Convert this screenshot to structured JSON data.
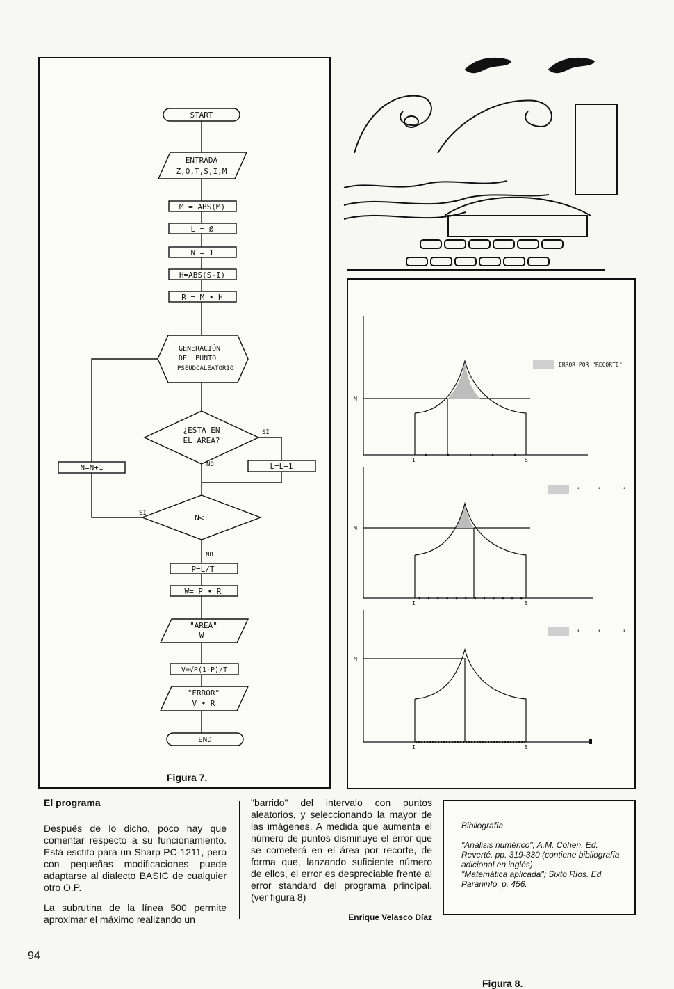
{
  "flowchart": {
    "start": "START",
    "input_title": "ENTRADA",
    "input_vars": "Z,O,T,S,I,M",
    "step_abs_m": "M = ABS(M)",
    "step_l": "L = Ø",
    "step_n": "N = 1",
    "step_h": "H=ABS(S-I)",
    "step_r": "R = M • H",
    "gen_line1": "GENERACIÓN",
    "gen_line2": "DEL PUNTO",
    "gen_line3": "PSEUDOALEATORIO",
    "decision_area_line1": "¿ESTA EN",
    "decision_area_line2": "EL AREA?",
    "yes_label_1": "SÍ",
    "no_label_1": "NO",
    "step_l_inc": "L=L+1",
    "step_n_inc": "N=N+1",
    "decision_n": "N<T",
    "yes_label_2": "SI",
    "no_label_2": "NO",
    "step_p": "P=L/T",
    "step_w": "W= P • R",
    "output_area_label": "\"AREA\"",
    "output_area_var": "W",
    "step_v": "V=√P(1-P)/T",
    "output_error_label": "\"ERROR\"",
    "output_error_var": "V • R",
    "end": "END",
    "caption": "Figura 7."
  },
  "figure8": {
    "caption": "Figura 8.",
    "legend_label": "ERROR POR \"RECORTE\"",
    "ditto_marks": [
      "\"",
      "\"",
      "\""
    ],
    "y_axis_label": "M",
    "x_label_left": "I",
    "x_label_right": "S",
    "panels": [
      {
        "points_on_interval": 5,
        "peak_error_shaded": "large"
      },
      {
        "points_on_interval": 12,
        "peak_error_shaded": "medium"
      },
      {
        "points_on_interval": 40,
        "peak_error_shaded": "small"
      }
    ]
  },
  "article": {
    "heading": "El programa",
    "p1": "Después de lo dicho, poco hay que comentar respecto a su funcionamiento. Está esctito para un Sharp PC-1211, pero con pequeñas modificaciones puede adaptarse al dialecto BASIC de cualquier otro O.P.",
    "p2": "La subrutina de la línea 500 permite aproximar el máximo realizando un",
    "p3": "\"barrido\" del intervalo con puntos aleatorios, y seleccionando la mayor de las imágenes. A medida que aumenta el número de puntos disminuye el error que se cometerá en el área por recorte, de forma que, lanzando suficiente número de ellos, el error es despreciable frente al error standard del programa principal. (ver figura 8)",
    "author": "Enrique Velasco Díaz"
  },
  "bibliography": {
    "title": "Bibliografía",
    "entry1": "\"Análisis numérico\"; A.M. Cohen. Ed. Reverté. pp. 319-330 (contiene bibliografía adicional en inglés)",
    "entry2": "\"Matemática aplicada\"; Sixto Ríos. Ed. Paraninfo. p. 456."
  },
  "page_number": "94"
}
